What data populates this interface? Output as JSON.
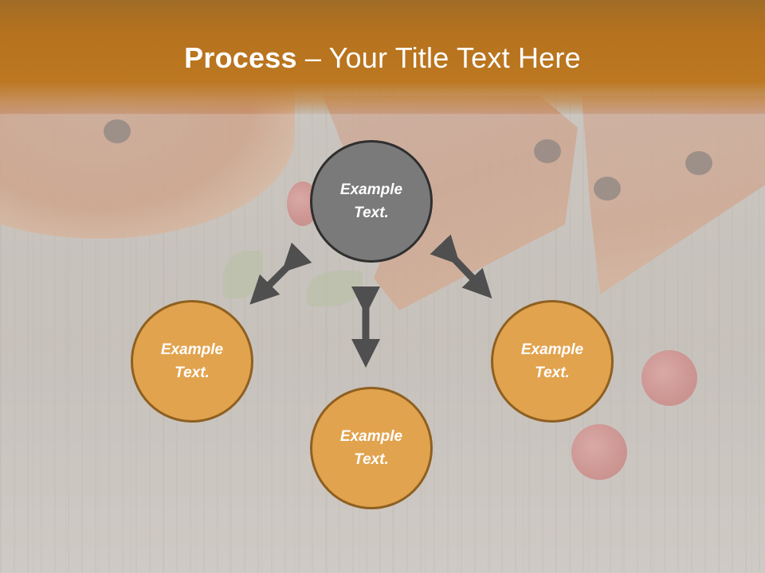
{
  "slide": {
    "title_bold": "Process",
    "title_rest": " – Your Title Text Here",
    "colors": {
      "header": "#b6721e",
      "center_node_fill": "#7a7a7a",
      "center_node_border": "#2f2f2f",
      "outer_node_fill": "#e2a34e",
      "outer_node_border": "#8e6021",
      "arrow": "#4f4f4f"
    }
  },
  "diagram": {
    "center": {
      "line1": "Example",
      "line2": "Text."
    },
    "nodes": [
      {
        "position": "left",
        "line1": "Example",
        "line2": "Text."
      },
      {
        "position": "bottom",
        "line1": "Example",
        "line2": "Text."
      },
      {
        "position": "right",
        "line1": "Example",
        "line2": "Text."
      }
    ],
    "arrows": [
      {
        "from": "center",
        "to": "left",
        "type": "double-headed"
      },
      {
        "from": "center",
        "to": "bottom",
        "type": "double-headed"
      },
      {
        "from": "center",
        "to": "right",
        "type": "double-headed"
      }
    ]
  }
}
